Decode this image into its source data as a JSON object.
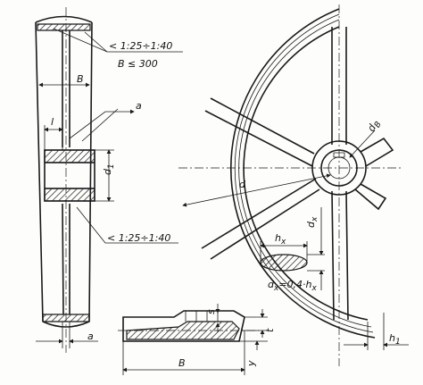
{
  "labels": {
    "taper_top_1": "< 1:25÷1:40",
    "taper_top_2": "B ≤ 300",
    "taper_bottom": "< 1:25÷1:40",
    "B_top": "B",
    "l": "l",
    "a_top": "a",
    "d1": "d",
    "d1_sub": "1",
    "a_bottom": "a",
    "d": "d",
    "d_B": "d",
    "d_B_sub": "B",
    "hx": "h",
    "hx_sub": "x",
    "dx": "d",
    "dx_sub": "x",
    "dx_formula": "d",
    "dx_formula_sub": "x",
    "dx_formula_rest": "=0,4·h",
    "dx_formula_rest_sub": "x",
    "s": "s",
    "t": "t",
    "y": "y",
    "B_bottom": "B",
    "h1": "h",
    "h1_sub": "1"
  }
}
